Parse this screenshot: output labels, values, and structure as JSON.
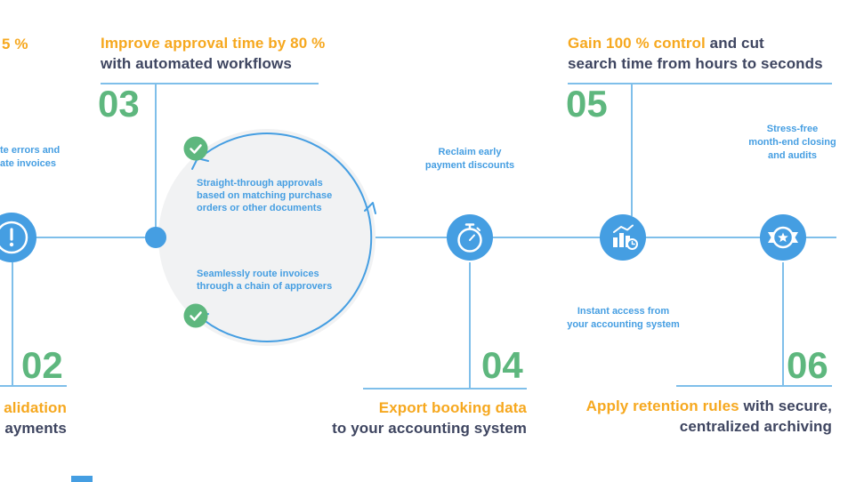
{
  "colors": {
    "orange": "#F6A81F",
    "navy": "#3E4560",
    "green": "#5EB77E",
    "blue": "#459EE2",
    "line_blue": "#7FBFEA",
    "circle_gray": "#F1F2F3"
  },
  "icons": {
    "left": "exclamation-circle-icon",
    "center_cycle": "circular-arrows",
    "center_checks": "check-circle-icon",
    "step04": "stopwatch-icon",
    "step05": "bar-chart-clock-icon",
    "step06": "award-badge-icon"
  },
  "partial_left": {
    "top_text": "5 %",
    "caption": [
      "te errors and",
      "ate invoices"
    ],
    "step02": {
      "number": "02",
      "title_line1": "alidation",
      "title_line2": "ayments"
    }
  },
  "step03": {
    "number": "03",
    "title_line1": "Improve approval time by 80 %",
    "title_line2": "with automated workflows",
    "bullets": [
      "Straight-through approvals based on matching purchase orders or other documents",
      "Seamlessly route invoices through a chain of approvers"
    ]
  },
  "step04": {
    "number": "04",
    "caption": [
      "Reclaim early",
      "payment discounts"
    ],
    "title_line1": "Export booking data",
    "title_line2": "to your accounting system"
  },
  "step05": {
    "number": "05",
    "title_line1_orange": "Gain 100 % control",
    "title_line1_navy": " and cut",
    "title_line2": "search time from hours to seconds",
    "caption": [
      "Instant access from",
      "your accounting system"
    ]
  },
  "step06": {
    "number": "06",
    "caption": [
      "Stress-free",
      "month-end closing",
      "and audits"
    ],
    "title_line1_orange": "Apply retention rules",
    "title_line1_navy": " with secure,",
    "title_line2": "centralized archiving"
  }
}
